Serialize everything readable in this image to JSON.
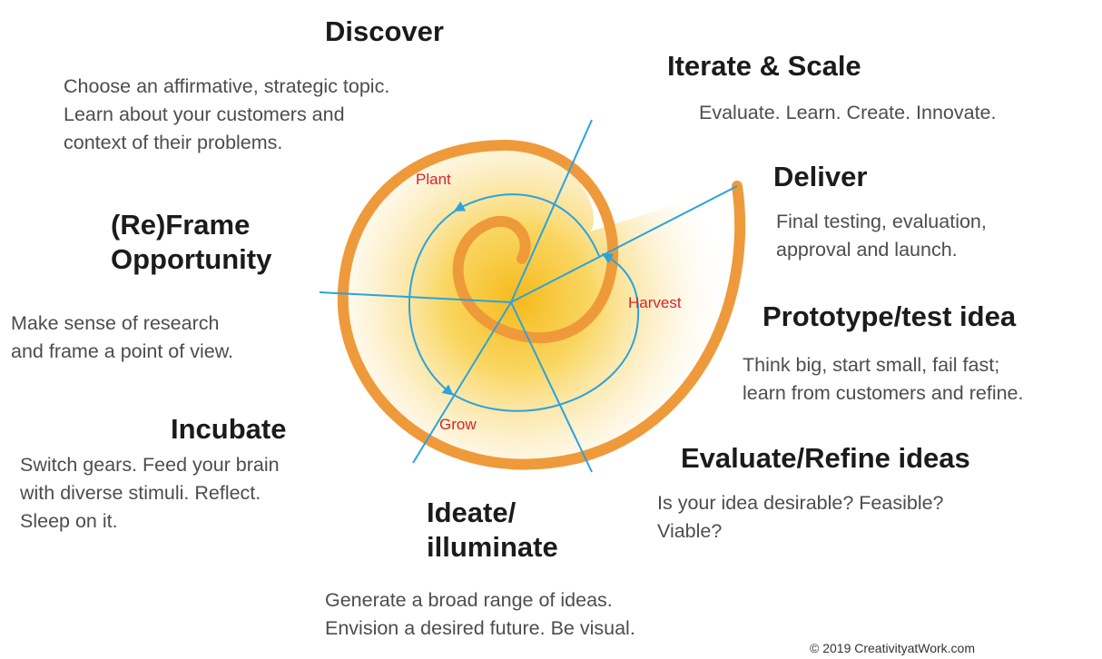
{
  "stages": [
    {
      "key": "discover",
      "title": "Discover",
      "description": "Choose an affirmative, strategic topic.\nLearn about your customers and\ncontext of their problems."
    },
    {
      "key": "iterate",
      "title": "Iterate & Scale",
      "description": "Evaluate. Learn. Create. Innovate."
    },
    {
      "key": "deliver",
      "title": "Deliver",
      "description": "Final testing, evaluation,\napproval and launch."
    },
    {
      "key": "reframe",
      "title": "(Re)Frame\nOpportunity",
      "description": "Make sense of research\nand frame a point of view."
    },
    {
      "key": "prototype",
      "title": "Prototype/test idea",
      "description": "Think big, start small, fail fast;\nlearn from customers and refine."
    },
    {
      "key": "incubate",
      "title": "Incubate",
      "description": "Switch gears. Feed your brain\nwith diverse stimuli. Reflect.\nSleep on it."
    },
    {
      "key": "evaluate",
      "title": "Evaluate/Refine ideas",
      "description": "Is your idea desirable? Feasible?\nViable?"
    },
    {
      "key": "ideate",
      "title": "Ideate/\nilluminate",
      "description": "Generate a broad range of ideas.\nEnvision a desired future. Be visual."
    }
  ],
  "phases": {
    "plant": "Plant",
    "grow": "Grow",
    "harvest": "Harvest"
  },
  "colors": {
    "spiral": "#ef9a3a",
    "glow": "#f6c21c",
    "arrows": "#2ba3dc",
    "phase_label": "#d9242b",
    "title": "#1b1b1b",
    "description": "#4d4d4d"
  },
  "copyright": "© 2019 CreativityatWork.com"
}
